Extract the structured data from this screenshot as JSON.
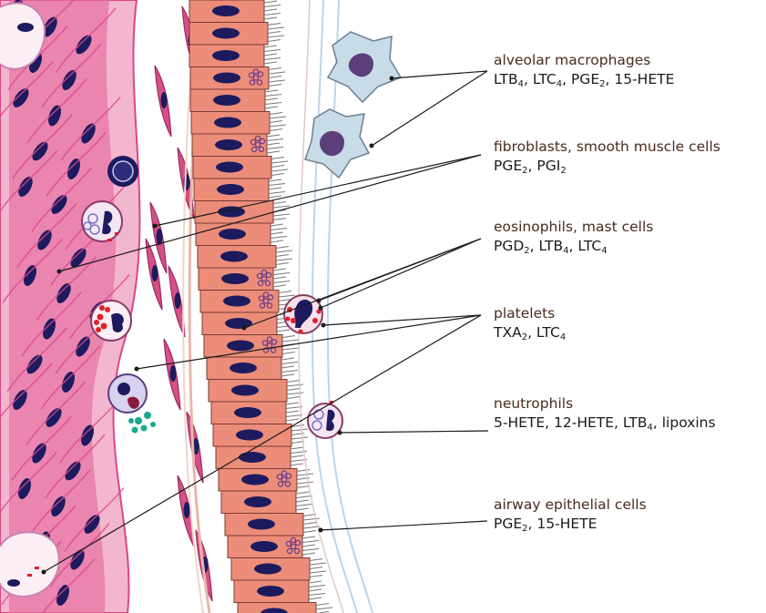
{
  "labels": [
    {
      "name": "alveolar macrophages",
      "mediators": [
        {
          "t": "LTB",
          "s": "4"
        },
        {
          "t": ", LTC",
          "s": "4"
        },
        {
          "t": ", PGE",
          "s": "2"
        },
        {
          "t": ", 15-HETE",
          "s": ""
        }
      ]
    },
    {
      "name": "fibroblasts, smooth muscle cells",
      "mediators": [
        {
          "t": "PGE",
          "s": "2"
        },
        {
          "t": ", PGI",
          "s": "2"
        }
      ]
    },
    {
      "name": "eosinophils, mast cells",
      "mediators": [
        {
          "t": "PGD",
          "s": "2"
        },
        {
          "t": ", LTB",
          "s": "4"
        },
        {
          "t": ", LTC",
          "s": "4"
        }
      ]
    },
    {
      "name": "platelets",
      "mediators": [
        {
          "t": "TXA",
          "s": "2"
        },
        {
          "t": ", LTC",
          "s": "4"
        }
      ]
    },
    {
      "name": "neutrophils",
      "mediators": [
        {
          "t": "5-HETE, 12-HETE, LTB",
          "s": "4"
        },
        {
          "t": ", lipoxins",
          "s": ""
        }
      ]
    },
    {
      "name": "airway epithelial cells",
      "mediators": [
        {
          "t": "PGE",
          "s": "2"
        },
        {
          "t": ", 15-HETE",
          "s": ""
        }
      ]
    }
  ],
  "colors": {
    "smooth_muscle": "#d9478a",
    "smooth_muscle_light": "#f3b6cf",
    "nucleus": "#1d1b5e",
    "epithelium": "#ec8d7a",
    "epithelium_border": "#7a3b33",
    "fibroblast": "#d64f86",
    "macrophage": "#c8dce8",
    "macrophage_nucleus": "#5c3f7a",
    "leader_line": "#1a1a1a",
    "platelet_red": "#e0202a",
    "mast_granule": "#6a3d8a"
  }
}
